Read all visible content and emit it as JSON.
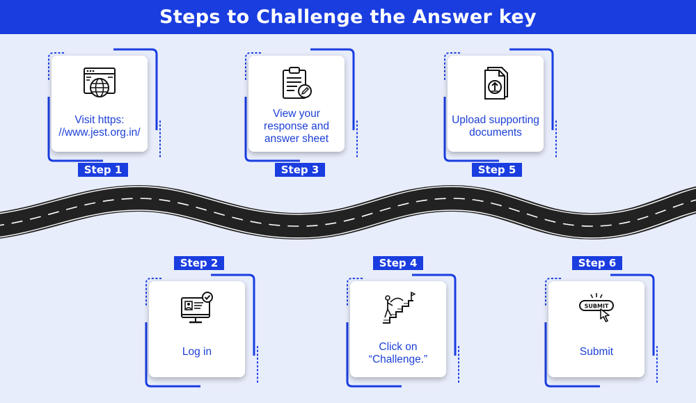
{
  "title": "Steps to Challenge the Answer key",
  "colors": {
    "primary": "#1a3de0",
    "background": "#e8edfb",
    "road": "#222222",
    "text": "#1c3fd6"
  },
  "steps": [
    {
      "label": "Step 1",
      "text": "Visit https: //www.jest.org.in/",
      "icon": "web-browser-globe-icon"
    },
    {
      "label": "Step 2",
      "text": "Log in",
      "icon": "monitor-login-icon"
    },
    {
      "label": "Step 3",
      "text": "View your response and answer sheet",
      "icon": "clipboard-edit-icon"
    },
    {
      "label": "Step 4",
      "text": "Click on “Challenge.”",
      "icon": "climbing-stairs-flag-icon"
    },
    {
      "label": "Step 5",
      "text": "Upload supporting documents",
      "icon": "document-upload-icon"
    },
    {
      "label": "Step 6",
      "text": "Submit",
      "icon": "submit-button-cursor-icon"
    }
  ]
}
